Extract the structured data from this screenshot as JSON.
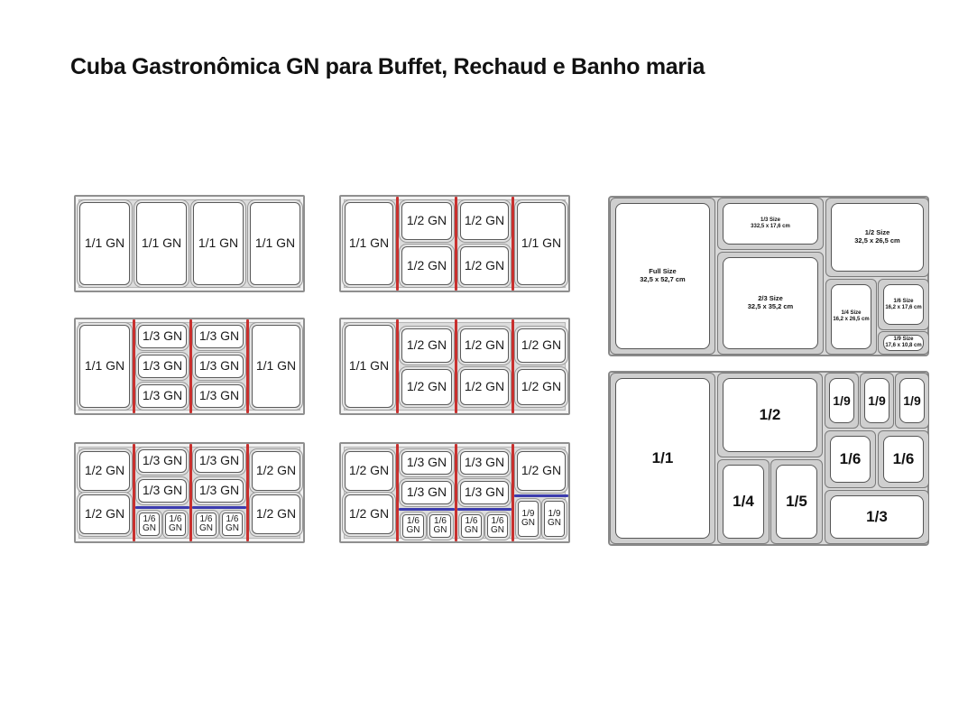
{
  "title": "Cuba Gastronômica GN para Buffet, Rechaud e Banho maria",
  "labels": {
    "full": "1/1 GN",
    "half": "1/2 GN",
    "third": "1/3 GN",
    "sixth_a": "1/6",
    "sixth_b": "GN",
    "ninth_a": "1/9",
    "ninth_b": "GN"
  },
  "sizes": {
    "full_size": "Full Size",
    "full_dim": "32,5 x 52,7 cm",
    "third_size": "1/3 Size",
    "third_dim": "332,5 x 17,6 cm",
    "half_size": "1/2 Size",
    "half_dim": "32,5 x 26,5 cm",
    "twothird_size": "2/3 Size",
    "twothird_dim": "32,5 x 35,2 cm",
    "quarter_size": "1/4 Size",
    "quarter_dim": "16,2 x 26,5 cm",
    "sixth_size": "1/6 Size",
    "sixth_dim": "16,2 x 17,6 cm",
    "ninth_size": "1/9 Size",
    "ninth_dim": "17,6 x 10,8 cm"
  },
  "fractions": {
    "f11": "1/1",
    "f12": "1/2",
    "f14": "1/4",
    "f15": "1/5",
    "f19": "1/9",
    "f16": "1/6",
    "f13": "1/3"
  },
  "colors": {
    "divider_red": "#c8302e",
    "divider_blue": "#3c3cae",
    "tray_gray": "#dcdcdc"
  }
}
